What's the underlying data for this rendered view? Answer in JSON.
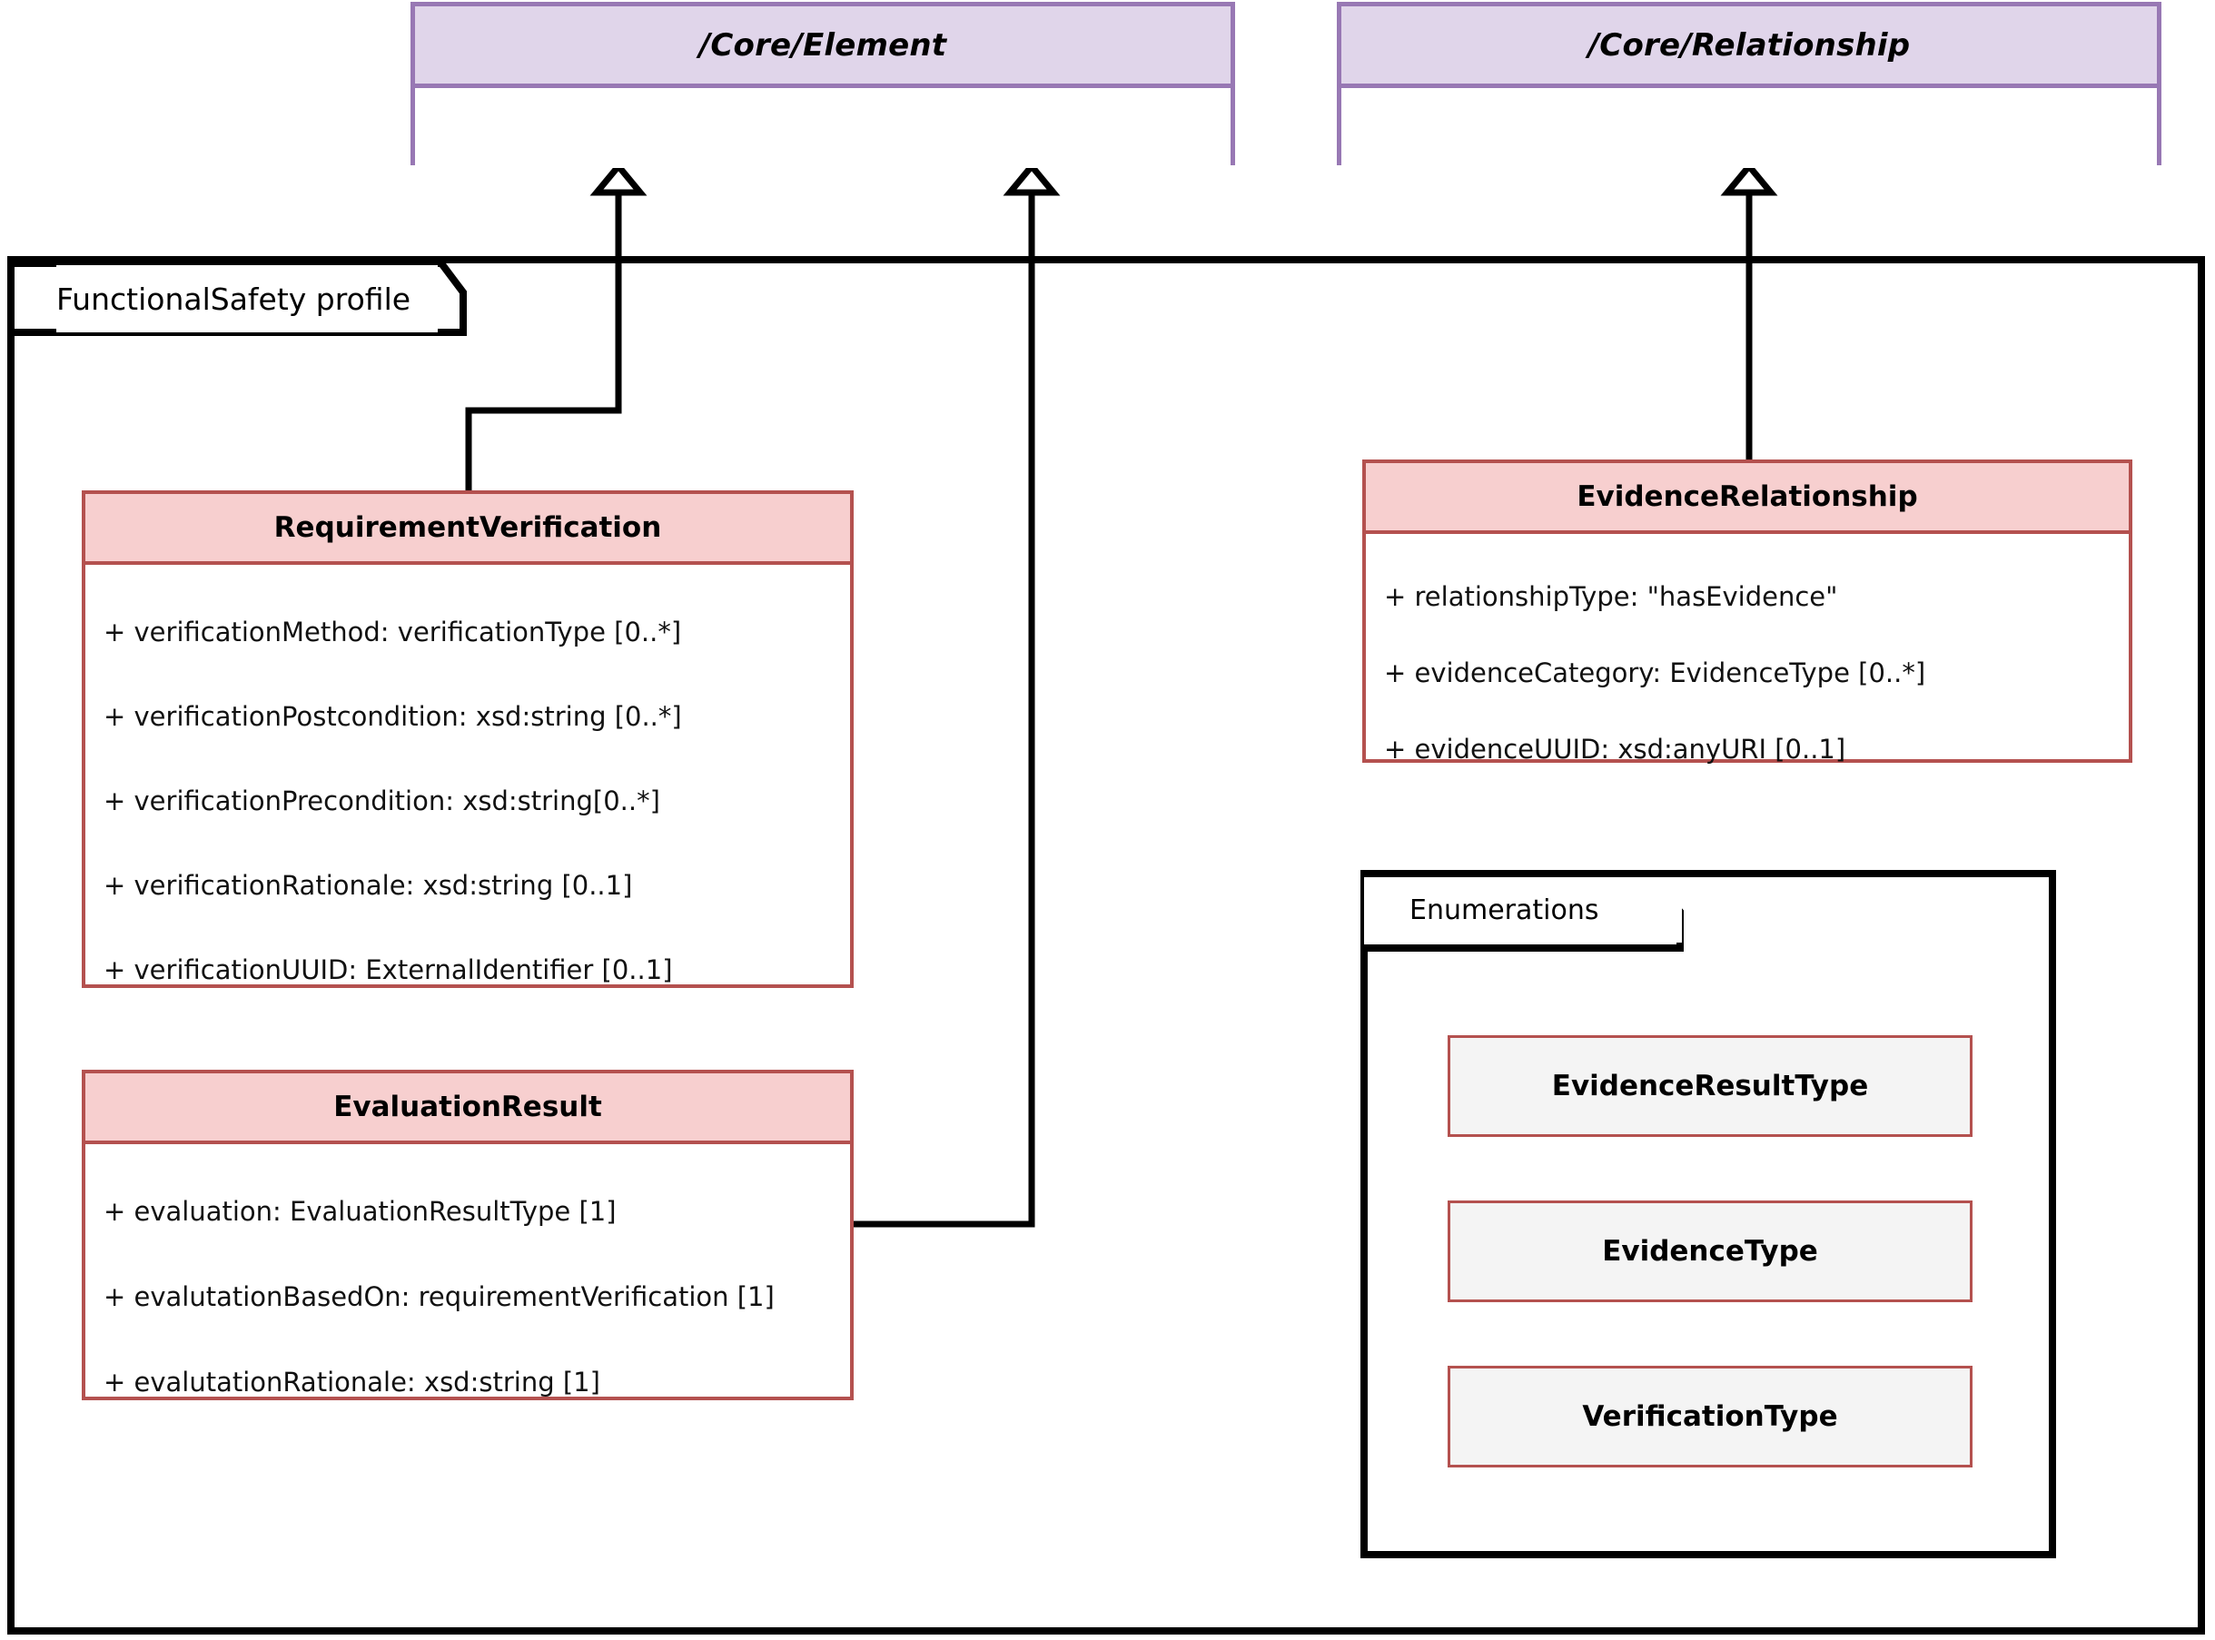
{
  "diagram": {
    "title": "FunctionalSafety profile UML class diagram",
    "colors": {
      "metaclass_fill": "#E0D5EA",
      "metaclass_border": "#9878B4",
      "class_header_fill": "#F7CFCF",
      "class_border": "#B4514F",
      "enum_fill": "#F4F4F4",
      "enum_border": "#B4514F",
      "frame_border": "#000000",
      "connector": "#000000"
    }
  },
  "metaclasses": [
    {
      "name": "/Core/Element"
    },
    {
      "name": "/Core/Relationship"
    }
  ],
  "profile_package": {
    "label": "FunctionalSafety profile"
  },
  "classes": [
    {
      "name": "RequirementVerification",
      "attributes": [
        "+ verificationMethod: verificationType [0..*]",
        "+ verificationPostcondition: xsd:string [0..*]",
        "+ verificationPrecondition: xsd:string[0..*]",
        "+ verificationRationale: xsd:string [0..1]",
        "+ verificationUUID: ExternalIdentifier [0..1]"
      ]
    },
    {
      "name": "EvaluationResult",
      "attributes": [
        "+ evaluation: EvaluationResultType [1]",
        "+ evalutationBasedOn: requirementVerification [1]",
        "+ evalutationRationale: xsd:string [1]"
      ]
    },
    {
      "name": "EvidenceRelationship",
      "attributes": [
        "+ relationshipType: \"hasEvidence\"",
        "+ evidenceCategory: EvidenceType [0..*]",
        "+ evidenceUUID: xsd:anyURI [0..1]"
      ]
    }
  ],
  "enumerations_package": {
    "label": "Enumerations",
    "items": [
      {
        "name": "EvidenceResultType"
      },
      {
        "name": "EvidenceType"
      },
      {
        "name": "VerificationType"
      }
    ]
  },
  "generalizations": [
    {
      "from": "RequirementVerification",
      "to": "/Core/Element",
      "arrow": "hollow-triangle"
    },
    {
      "from": "EvaluationResult",
      "to": "/Core/Element",
      "arrow": "hollow-triangle"
    },
    {
      "from": "EvidenceRelationship",
      "to": "/Core/Relationship",
      "arrow": "hollow-triangle"
    }
  ]
}
